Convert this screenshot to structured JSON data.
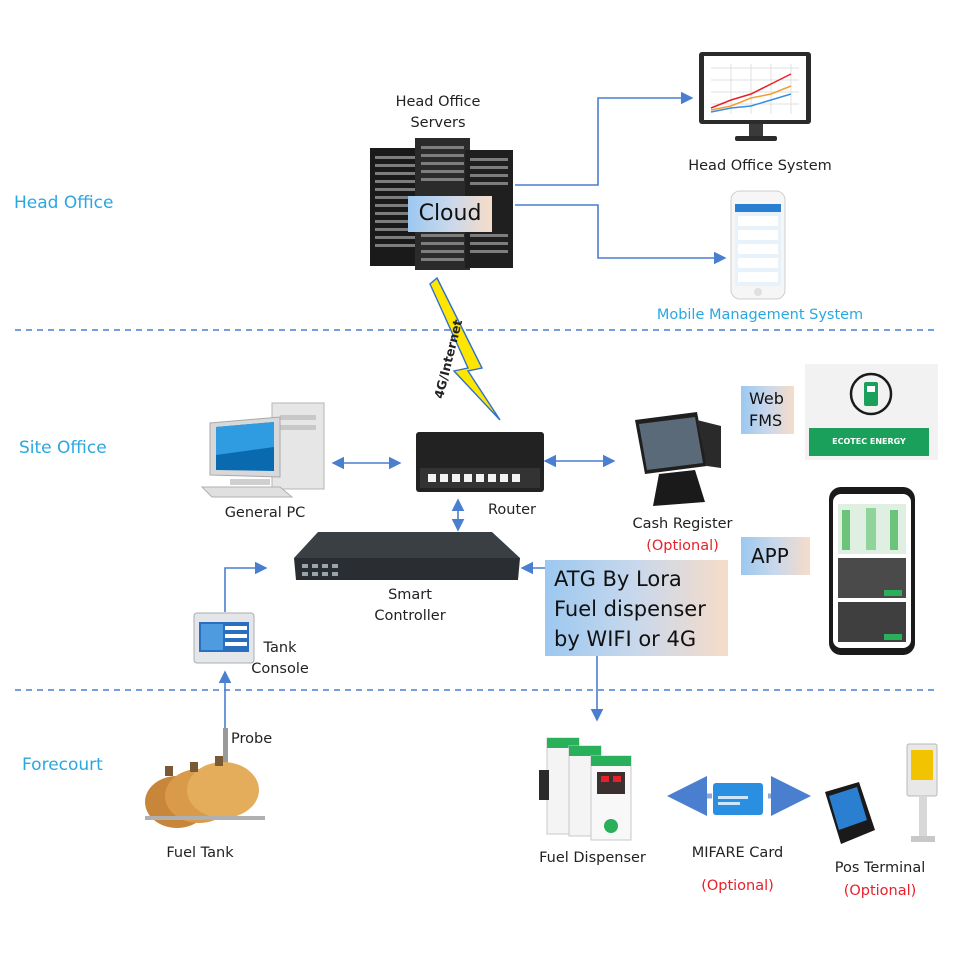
{
  "zones": {
    "head_office": "Head Office",
    "site_office": "Site Office",
    "forecourt": "Forecourt"
  },
  "labels": {
    "servers_title": "Head Office\nServers",
    "cloud": "Cloud",
    "head_office_system": "Head Office System",
    "mobile_management": "Mobile Management System",
    "link": "4G/Internet",
    "general_pc": "General PC",
    "router": "Router",
    "cash_register": "Cash Register",
    "cash_register_opt": "(Optional)",
    "web_fms": "Web\nFMS",
    "ecotec_brand": "ECOTEC ENERGY",
    "app": "APP",
    "smart_controller": "Smart\nController",
    "tank_console": "Tank\nConsole",
    "atg_note": "ATG By Lora\nFuel dispenser\nby WIFI or 4G",
    "probe": "Probe",
    "fuel_tank": "Fuel Tank",
    "fuel_dispenser": "Fuel Dispenser",
    "mifare_card": "MIFARE Card",
    "mifare_opt": "(Optional)",
    "pos_terminal": "Pos Terminal",
    "pos_opt": "(Optional)"
  },
  "colors": {
    "zone_text": "#2aa7e0",
    "connector": "#4a7fd0",
    "divider": "#4a7fd0",
    "optional": "#e8202a",
    "lightning": "#ffe600",
    "brand_green": "#1aa05a"
  }
}
